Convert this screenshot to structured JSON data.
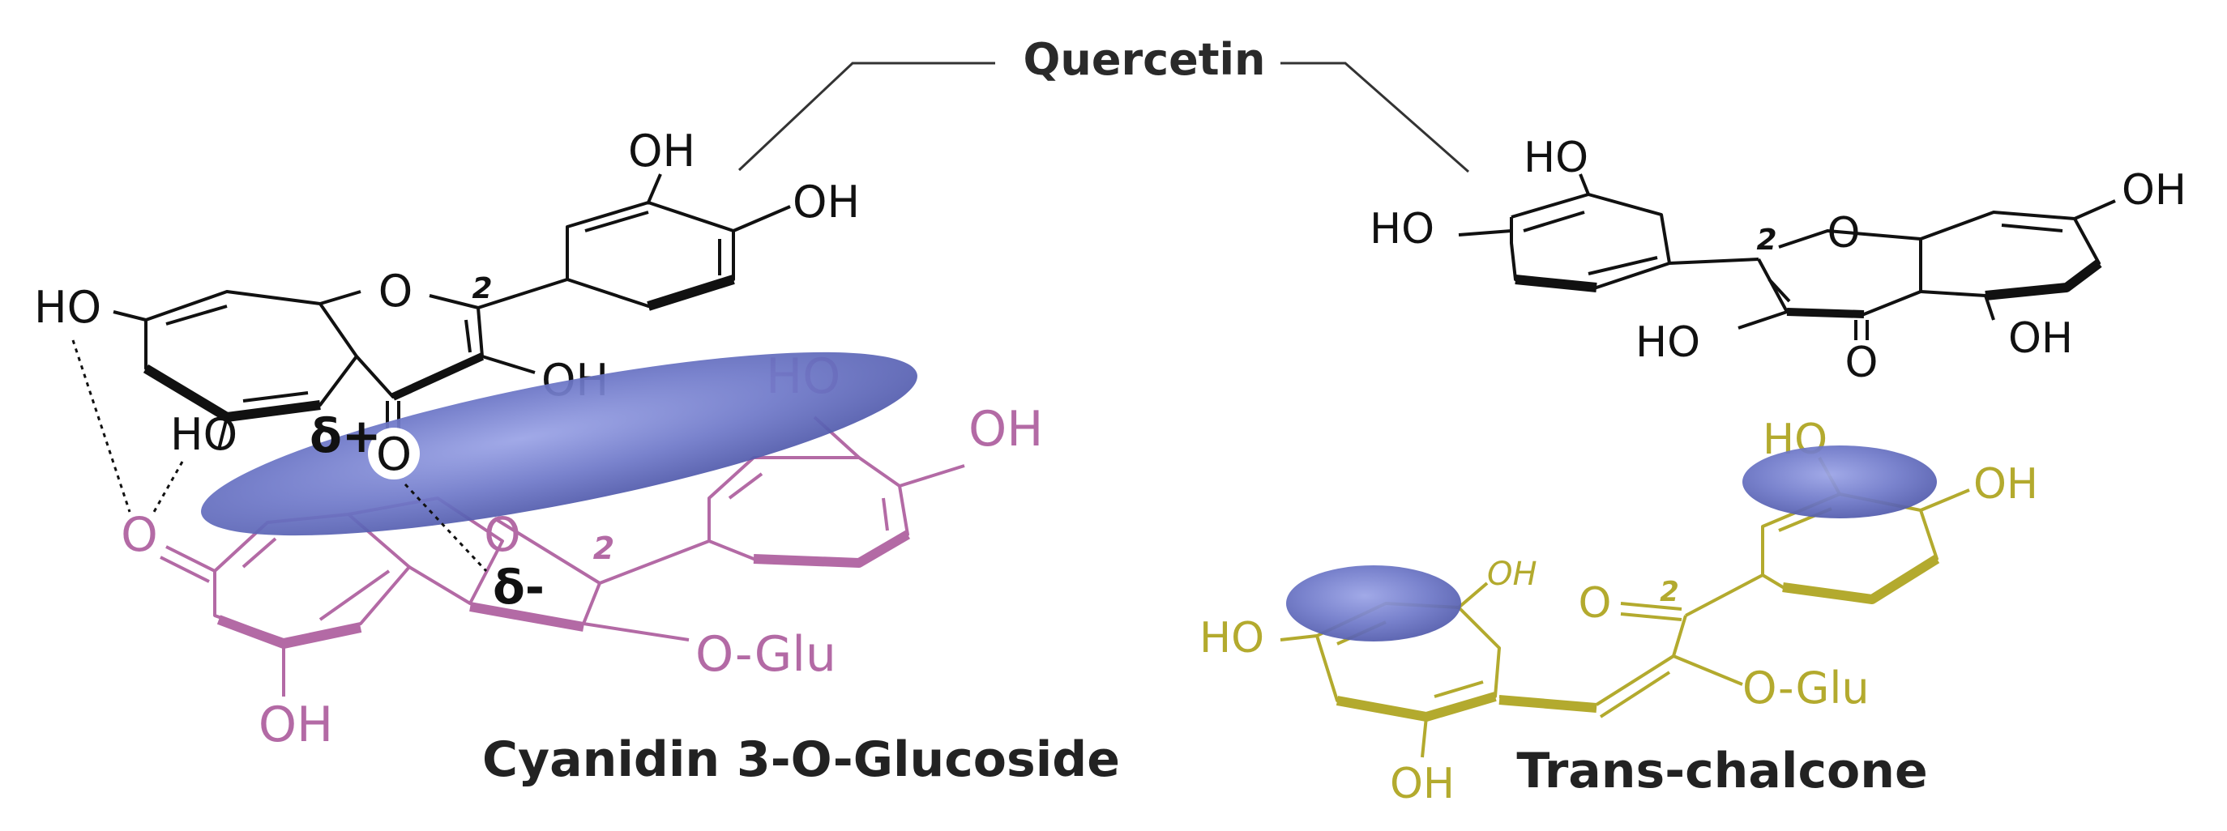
{
  "title": "Quercetin",
  "captions": {
    "left": "Cyanidin 3-O-Glucoside",
    "right": "Trans-chalcone"
  },
  "colors": {
    "quercetin": "#111111",
    "cyanidin": "#b36aa5",
    "chalcone": "#b3aa2e",
    "overlap": "#6f79c9"
  },
  "labels": {
    "q1": {
      "oh_top": "OH",
      "oh_right": "OH",
      "ho_left": "HO",
      "ho_bottom": "HO",
      "oh_c3": "OH",
      "o_ring": "O",
      "o_carbonyl": "O",
      "num2": "2",
      "delta_plus": "δ+"
    },
    "c1": {
      "ho_top": "HO",
      "oh_right": "OH",
      "o_left": "O",
      "o_ring": "O",
      "num2": "2",
      "delta_minus": "δ-",
      "o_glu": "O-Glu",
      "oh_bottom": "OH"
    },
    "q2": {
      "ho_top": "HO",
      "ho_left": "HO",
      "num2": "2",
      "o_ring": "O",
      "oh_right": "OH",
      "ho_bottom": "HO",
      "o_carbonyl": "O",
      "oh_bottom_right": "OH"
    },
    "t1": {
      "ho_top": "HO",
      "oh_right": "OH",
      "oh_ring": "OH",
      "ho_left": "HO",
      "o_carbonyl": "O",
      "num2": "2",
      "o_glu": "O-Glu",
      "oh_bottom": "OH"
    }
  }
}
